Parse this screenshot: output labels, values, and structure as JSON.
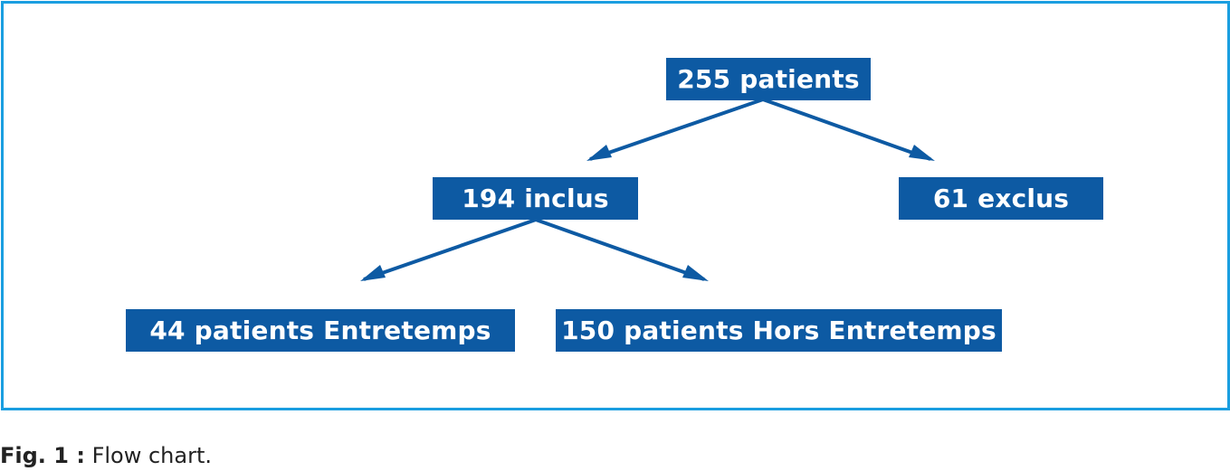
{
  "diagram": {
    "nodes": {
      "root": "255 patients",
      "included": "194 inclus",
      "excluded": "61 exclus",
      "entretemps": "44 patients Entretemps",
      "hors_entretemps": "150 patients Hors Entretemps"
    },
    "edges": [
      {
        "from": "root",
        "to": "included"
      },
      {
        "from": "root",
        "to": "excluded"
      },
      {
        "from": "included",
        "to": "entretemps"
      },
      {
        "from": "included",
        "to": "hors_entretemps"
      }
    ],
    "colors": {
      "box_fill": "#0d5aa3",
      "box_text": "#ffffff",
      "frame_border": "#1a9ee0",
      "arrow": "#0d5aa3"
    }
  },
  "caption": {
    "label": "Fig. 1 :",
    "text": " Flow chart."
  }
}
